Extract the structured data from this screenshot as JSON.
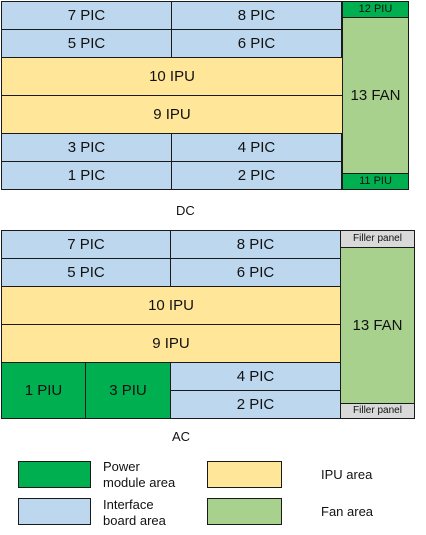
{
  "dc": {
    "caption": "DC",
    "slots": {
      "s7": "7 PIC",
      "s8": "8 PIC",
      "s12": "12 PIU",
      "s5": "5 PIC",
      "s6": "6 PIC",
      "s13": "13 FAN",
      "s10": "10 IPU",
      "s9": "9 IPU",
      "s3": "3 PIC",
      "s4": "4 PIC",
      "s1": "1 PIC",
      "s2": "2 PIC",
      "s11": "11 PIU"
    }
  },
  "ac": {
    "caption": "AC",
    "slots": {
      "s7": "7 PIC",
      "s8": "8 PIC",
      "filler_top": "Filler panel",
      "s5": "5 PIC",
      "s6": "6 PIC",
      "s13": "13 FAN",
      "s10": "10 IPU",
      "s9": "9 IPU",
      "s1": "1 PIU",
      "s3": "3 PIU",
      "s4": "4 PIC",
      "s2": "2 PIC",
      "filler_bottom": "Filler panel"
    }
  },
  "legend": {
    "power_line1": "Power",
    "power_line2": "module area",
    "interface_line1": "Interface",
    "interface_line2": "board area",
    "ipu": "IPU area",
    "fan": "Fan area"
  },
  "colors": {
    "pic": "#bdd7ee",
    "ipu": "#ffe699",
    "fan": "#a9d18e",
    "piu": "#00b050",
    "filler": "#d9d9d9"
  }
}
